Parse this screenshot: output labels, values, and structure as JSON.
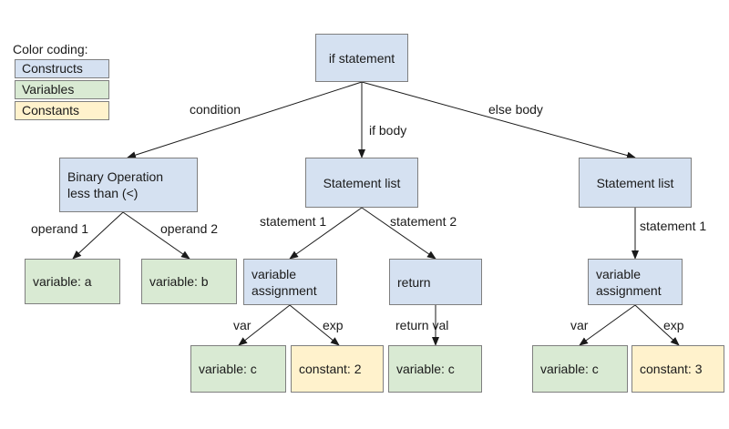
{
  "legend": {
    "title": "Color coding:",
    "constructs": "Constructs",
    "variables": "Variables",
    "constants": "Constants"
  },
  "nodes": {
    "if_statement": "if statement",
    "binary_op_line1": "Binary Operation",
    "binary_op_line2": "less than (<)",
    "stmt_list_if": "Statement list",
    "stmt_list_else": "Statement list",
    "var_a": "variable: a",
    "var_b": "variable: b",
    "assign_if_line1": "variable",
    "assign_if_line2": "assignment",
    "return": "return",
    "assign_else_line1": "variable",
    "assign_else_line2": "assignment",
    "var_c_if": "variable: c",
    "const_2": "constant: 2",
    "var_c_return": "variable: c",
    "var_c_else": "variable: c",
    "const_3": "constant: 3"
  },
  "edges": {
    "condition": "condition",
    "if_body": "if body",
    "else_body": "else body",
    "operand1": "operand 1",
    "operand2": "operand 2",
    "statement1_if": "statement 1",
    "statement2_if": "statement 2",
    "statement1_else": "statement 1",
    "var_if": "var",
    "exp_if": "exp",
    "return_val": "return val",
    "var_else": "var",
    "exp_else": "exp"
  },
  "colors": {
    "construct": "#d5e1f1",
    "variable": "#d9ead3",
    "constant": "#fff2cc",
    "border": "#7f7f7f"
  }
}
